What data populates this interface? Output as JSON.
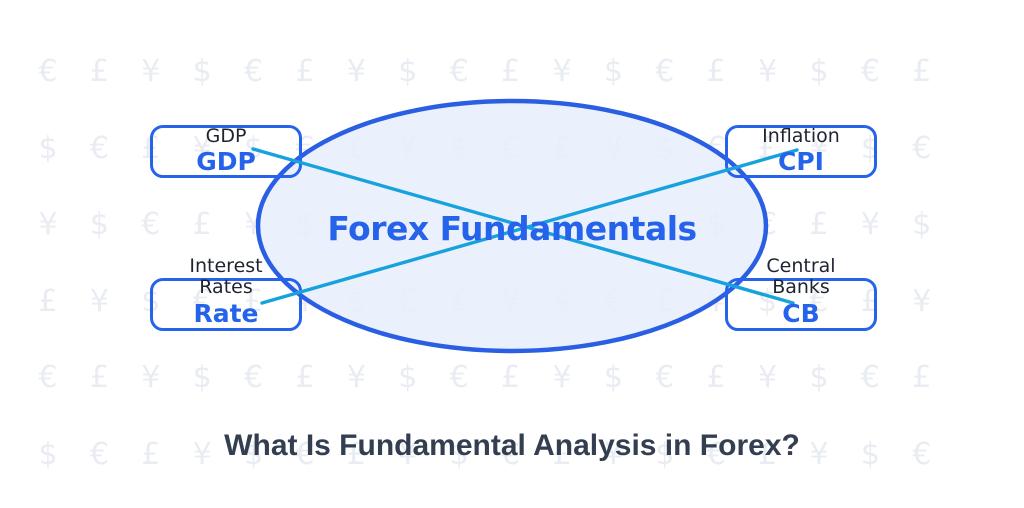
{
  "caption": {
    "title": "What Is Fundamental Analysis in Forex?"
  },
  "diagram": {
    "center_label": "Forex Fundamentals",
    "nodes": {
      "gdp": {
        "label_line1": "GDP",
        "label_line2": "",
        "value": "GDP"
      },
      "inflation": {
        "label_line1": "Inflation",
        "label_line2": "",
        "value": "CPI"
      },
      "interest_rates": {
        "label_line1": "Interest",
        "label_line2": "Rates",
        "value": "Rate"
      },
      "central_banks": {
        "label_line1": "Central",
        "label_line2": "Banks",
        "value": "CB"
      }
    }
  },
  "background_pattern": {
    "symbols": [
      "€",
      "£",
      "¥",
      "$"
    ],
    "rows": [
      "€£¥$€£¥$€£¥$€£¥$€£",
      "$€£¥$€£¥$€£¥$€£¥$€",
      "¥$€£¥$€£¥$€£¥$€£¥$",
      "£¥$€£¥$€£¥$€£¥$€£¥",
      "€£¥$€£¥$€£¥$€£¥$€£",
      "$€£¥$€£¥$€£¥$€£¥$€"
    ],
    "row_y": [
      72,
      149,
      225,
      302,
      378,
      455
    ],
    "col_start": 48,
    "col_step": 51.4
  },
  "colors": {
    "accent_blue": "#2563EB",
    "ellipse_stroke": "#2A5FE3",
    "ellipse_fill": "#E7EFFC",
    "connector_cyan": "#17A2DE",
    "label_dark": "#1E2430",
    "title_dark": "#333F51",
    "pattern_gray": "#E9ECF2",
    "background": "#FFFFFF"
  }
}
